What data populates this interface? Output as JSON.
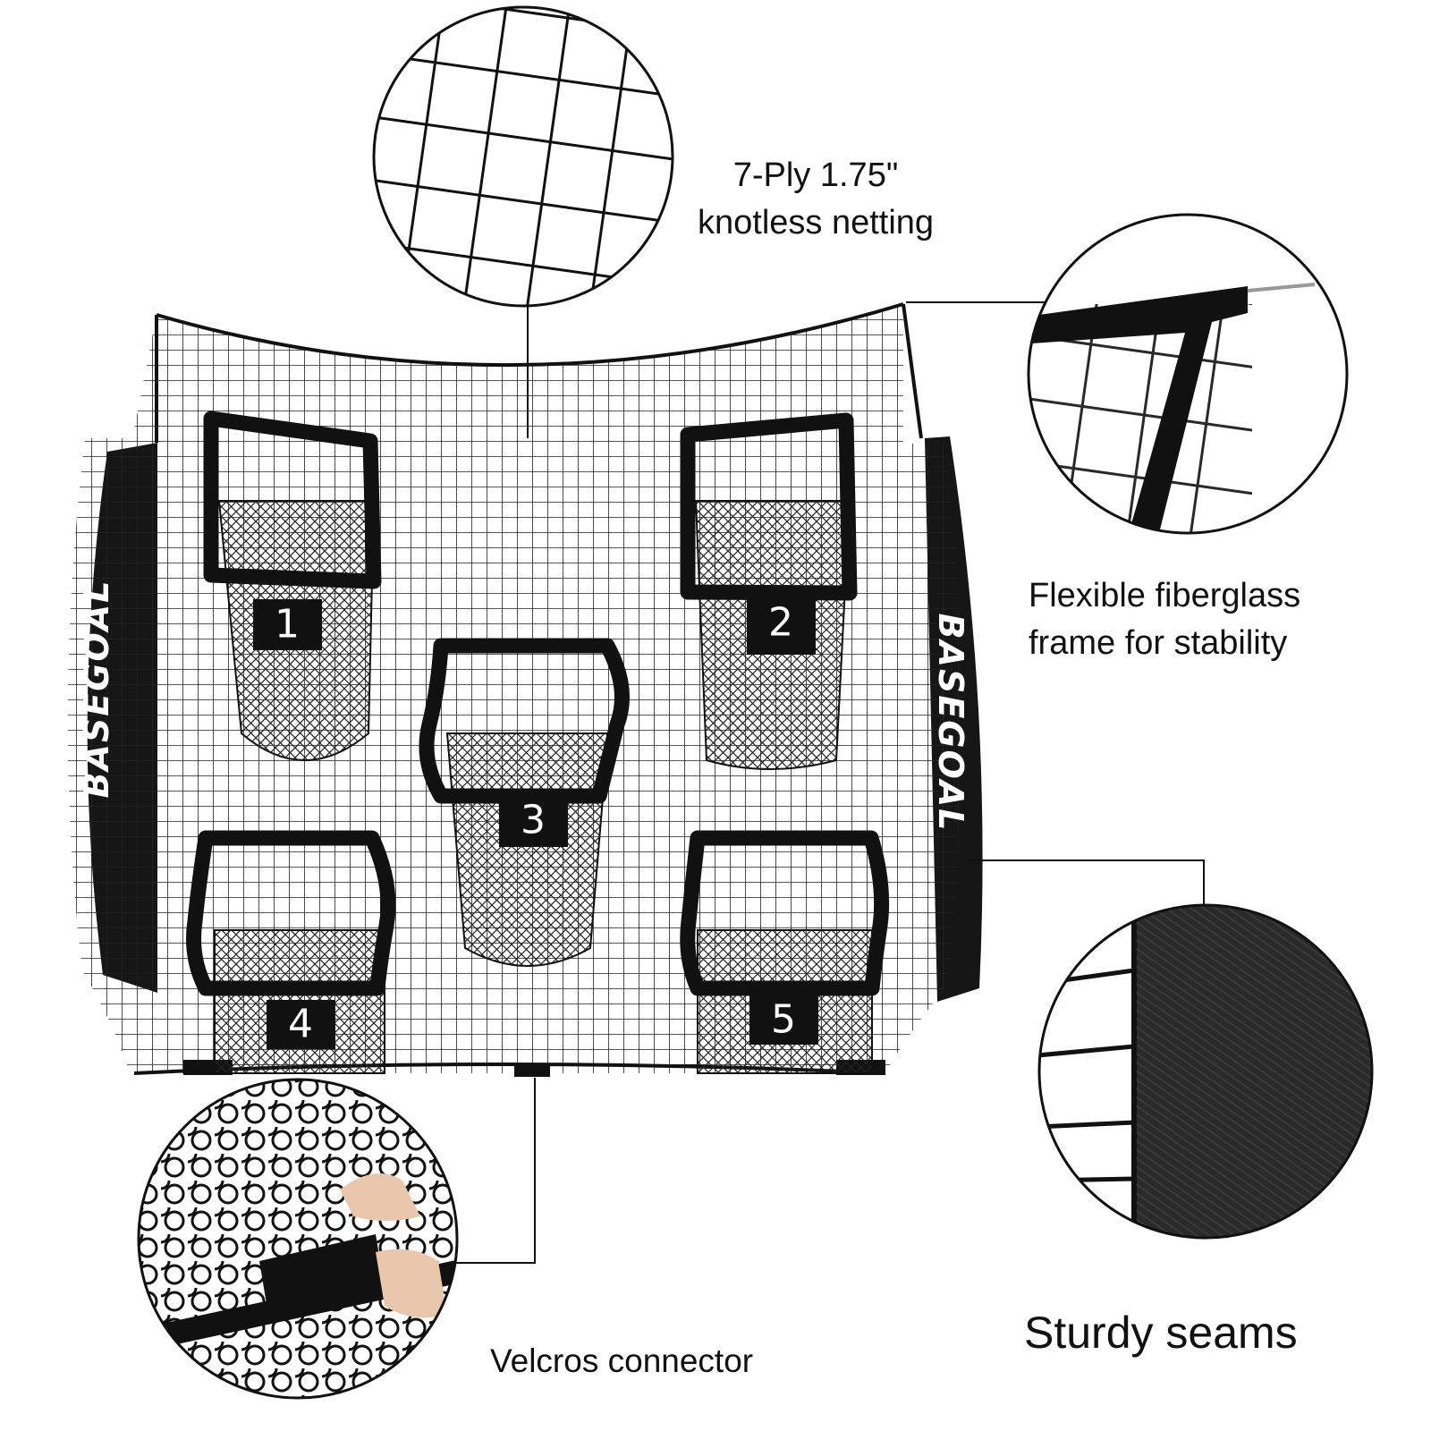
{
  "brand": {
    "name": "BASEGOAL"
  },
  "pockets": [
    {
      "number": "1"
    },
    {
      "number": "2"
    },
    {
      "number": "3"
    },
    {
      "number": "4"
    },
    {
      "number": "5"
    }
  ],
  "callouts": {
    "netting": {
      "line1": "7-Ply 1.75\"",
      "line2": "knotless netting"
    },
    "frame": {
      "line1": "Flexible fiberglass",
      "line2": "frame for stability"
    },
    "seams": {
      "text": "Sturdy seams"
    },
    "velcro": {
      "text": "Velcros connector"
    }
  },
  "colors": {
    "net": "#111111",
    "background": "#ffffff",
    "fabric": "#1a1a1a"
  }
}
